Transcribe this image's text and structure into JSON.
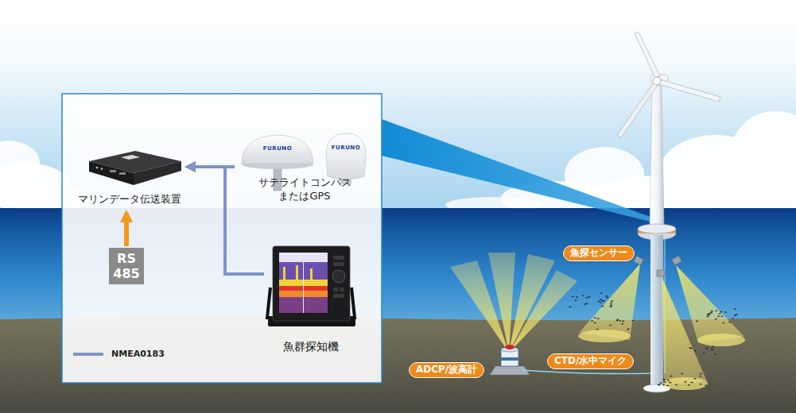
{
  "diagram": {
    "nodes": [
      {
        "text": [
          "マリンデータ伝送装置"
        ]
      },
      {
        "text": [
          "サテライトコンパス またはGPS"
        ]
      },
      {
        "text": [
          "RS 485"
        ]
      },
      {
        "text": [
          "魚群探知機"
        ]
      },
      {
        "text": [
          "魚探センサー"
        ]
      },
      {
        "text": [
          "ADCP/波高計"
        ]
      },
      {
        "text": [
          "CTD/水中マイク"
        ]
      }
    ],
    "edges": [
      {
        "from": 1,
        "to": 0,
        "arrow": "to"
      },
      {
        "from": 3,
        "to": 0,
        "arrow": "to"
      },
      {
        "from": 2,
        "to": 0,
        "arrow": "to"
      }
    ],
    "labels": [
      "FURUNO",
      "FURUNO"
    ],
    "legend": [
      {
        "text": "NMEA0183"
      }
    ]
  }
}
